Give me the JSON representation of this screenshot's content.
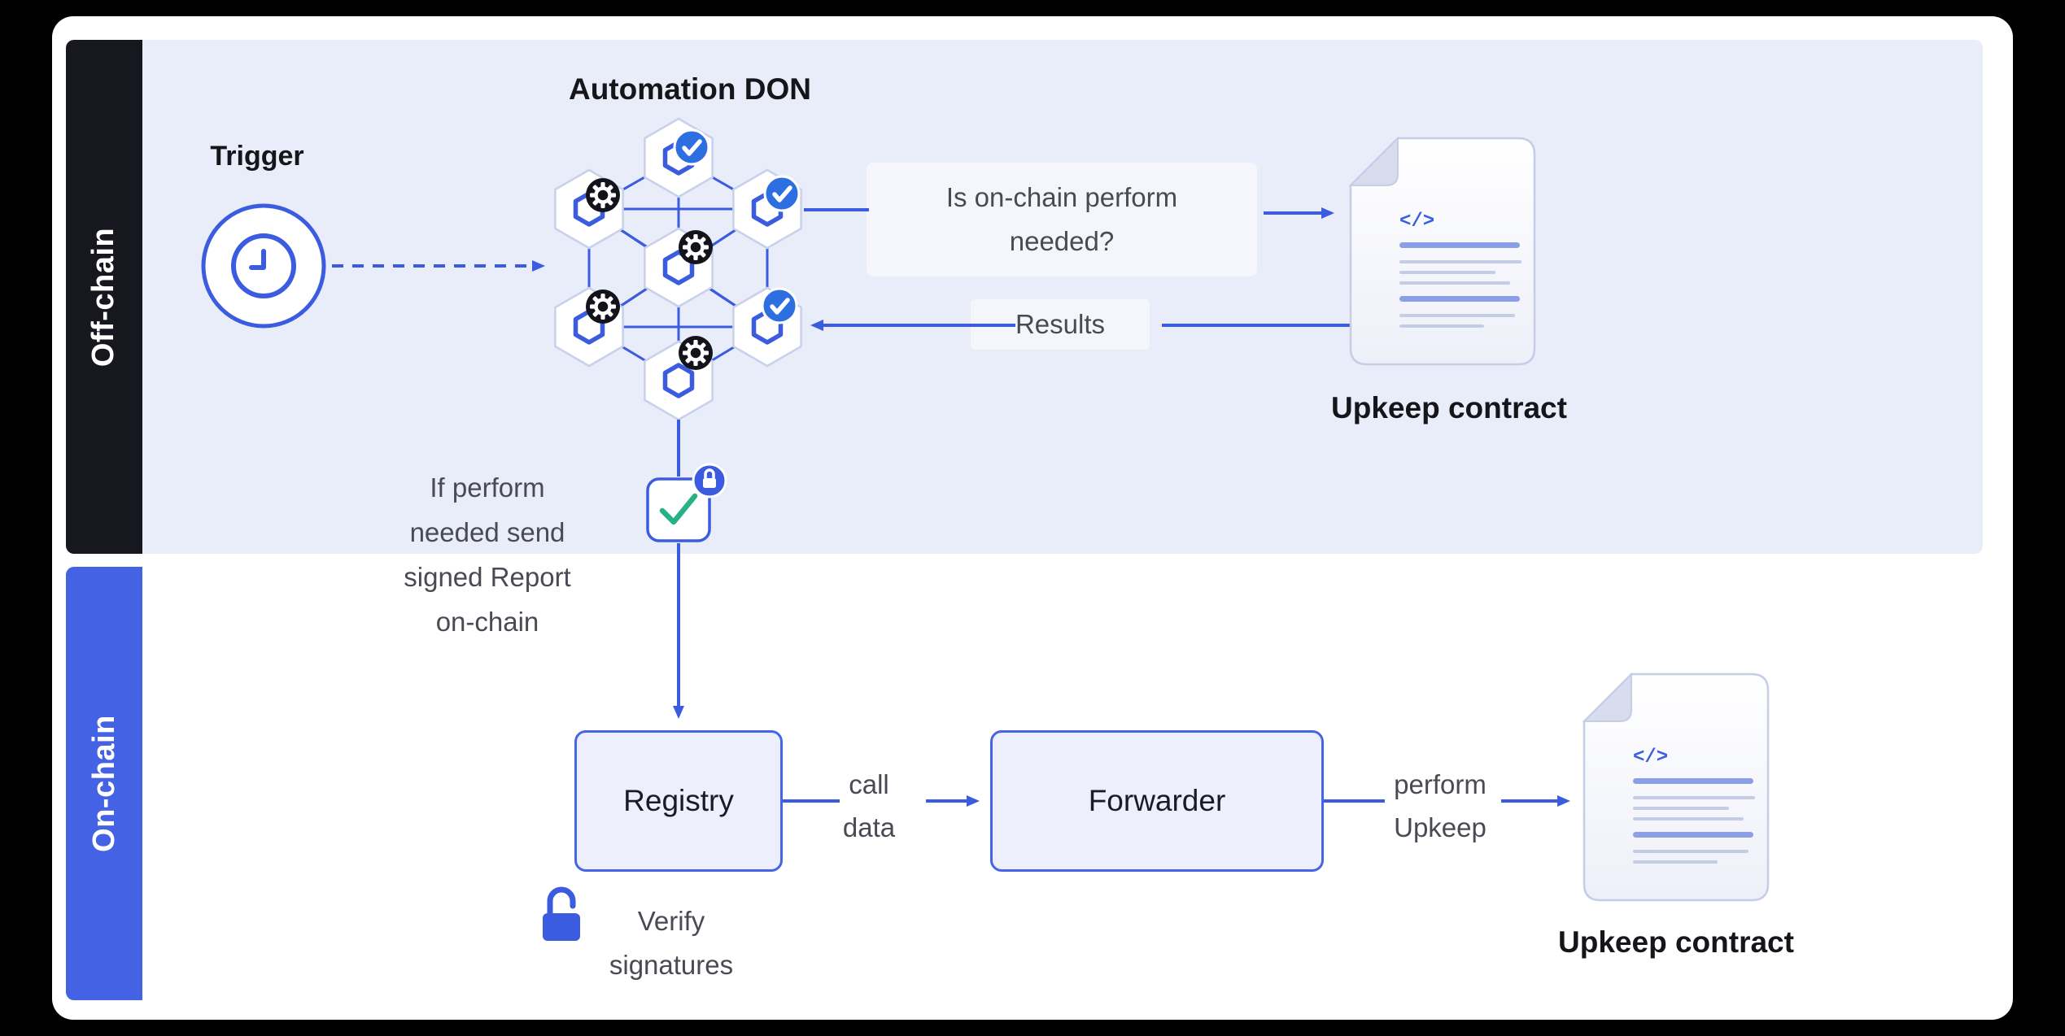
{
  "colors": {
    "background": "#000000",
    "card": "#ffffff",
    "offchain_band": "#e9ecf9",
    "sidebar_offchain": "#17171f",
    "sidebar_onchain": "#4463e4",
    "accent_blue": "#3b5cdf",
    "box_border_blue": "#4565e6",
    "box_fill": "#edf0fc",
    "text_dark": "#15151a",
    "text_gray": "#4a4a55",
    "check_green": "#27b186",
    "gear_black": "#13131b",
    "check_badge_blue": "#2d6ee0"
  },
  "sidebar": {
    "offchain_label": "Off-chain",
    "onchain_label": "On-chain"
  },
  "offchain": {
    "trigger_label": "Trigger",
    "don_title": "Automation DON",
    "question_line1": "Is on-chain perform",
    "question_line2": "needed?",
    "results_label": "Results",
    "contract_label": "Upkeep contract",
    "note_line1": "If perform",
    "note_line2": "needed send",
    "note_line3": "signed Report",
    "note_line4": "on-chain"
  },
  "onchain": {
    "registry_label": "Registry",
    "call_data_line1": "call",
    "call_data_line2": "data",
    "forwarder_label": "Forwarder",
    "perform_line1": "perform",
    "perform_line2": "Upkeep",
    "contract_label": "Upkeep contract",
    "verify_line1": "Verify",
    "verify_line2": "signatures"
  },
  "document": {
    "code_glyph": "</>"
  },
  "icons": {
    "clock": "clock-icon → circle with hands (SVG)",
    "gear": "gear-icon → black circle with white cog (SVG)",
    "check_badge": "check-badge-icon → blue circle white check (SVG)",
    "chainlink_node": "chainlink-node-icon → white hexagon with blue hexagon logo (SVG)",
    "document": "document-icon → page with folded corner and code lines (SVG)",
    "lock": "lock-badge-icon → blue circle white padlock (SVG)",
    "unlock": "unlock-icon → blue open padlock (SVG)",
    "checkmark": "checkmark-icon → green check in rounded square (SVG)"
  }
}
